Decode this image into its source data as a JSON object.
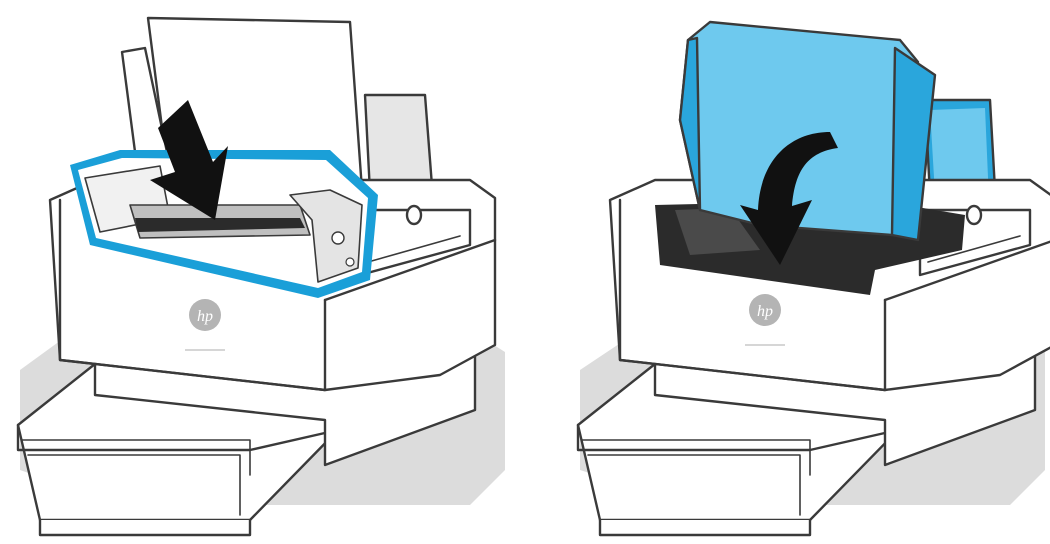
{
  "figure": {
    "panels": [
      {
        "step": "insert-toner-cartridge"
      },
      {
        "step": "close-toner-door"
      }
    ],
    "logo_text": "hp",
    "colors": {
      "highlight_blue": "#1a9fd8",
      "door_blue_light": "#6ec9ee",
      "door_blue_mid": "#2aa6dc",
      "arrow_black": "#111111",
      "line_gray": "#3a3a3a",
      "shadow_gray": "#d8d8d8",
      "interior_dark": "#2b2b2b"
    },
    "icons": [
      "down-arrow-icon",
      "curved-down-arrow-icon",
      "hp-logo-icon"
    ]
  }
}
